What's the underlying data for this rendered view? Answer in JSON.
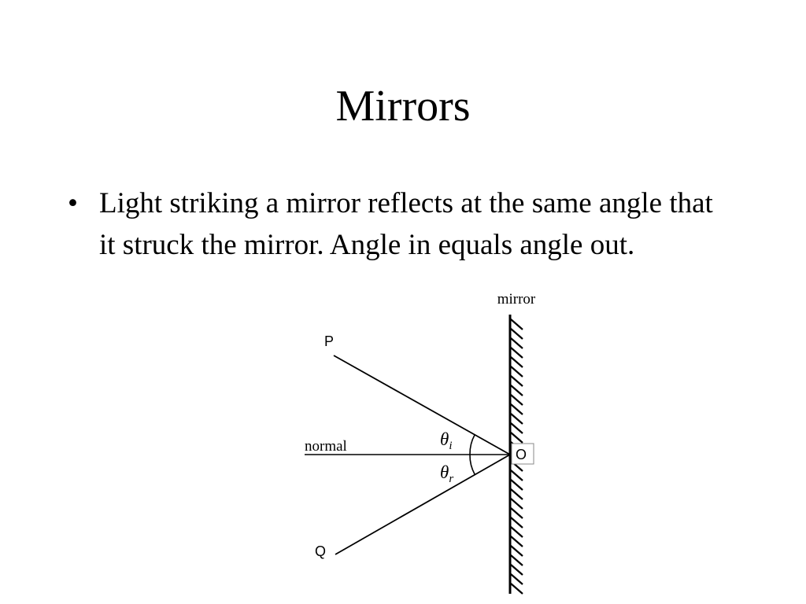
{
  "slide": {
    "title": "Mirrors",
    "bullets": [
      {
        "marker": "•",
        "text": "Light striking a mirror reflects at the same angle that it struck the mirror.  Angle in equals angle out."
      }
    ]
  },
  "diagram": {
    "mirror_label": "mirror",
    "normal_label": "normal",
    "point_p": "P",
    "point_q": "Q",
    "point_o": "O",
    "incident_angle_symbol": "θ",
    "incident_angle_subscript": "i",
    "reflected_angle_symbol": "θ",
    "reflected_angle_subscript": "r"
  }
}
